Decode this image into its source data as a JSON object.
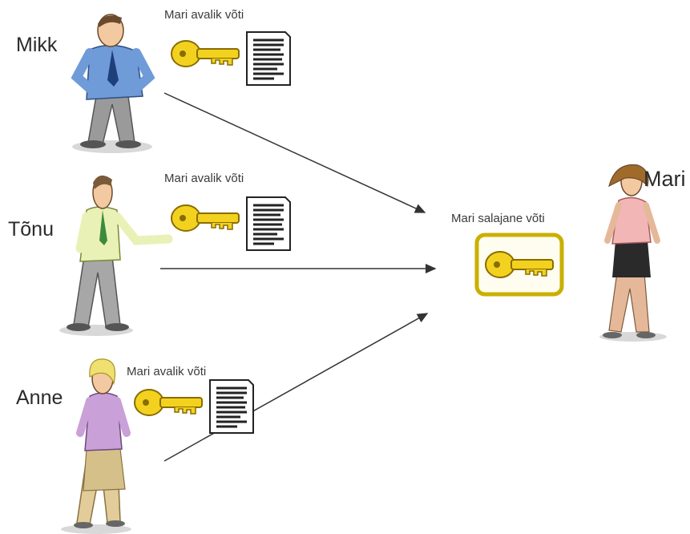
{
  "senders": [
    {
      "name": "Mikk",
      "caption": "Mari avalik võti"
    },
    {
      "name": "Tõnu",
      "caption": "Mari avalik võti"
    },
    {
      "name": "Anne",
      "caption": "Mari avalik võti"
    }
  ],
  "receiver": {
    "name": "Mari",
    "caption": "Mari salajane võti"
  },
  "colors": {
    "key": "#f2d21f",
    "key_outline": "#8a6d00",
    "secret_frame": "#c9b000",
    "line": "#333333",
    "shirt_mikk": "#6f9bd8",
    "shirt_tonu": "#e9f1b6",
    "shirt_anne": "#c9a0d8",
    "top_mari": "#f2b6b6"
  }
}
